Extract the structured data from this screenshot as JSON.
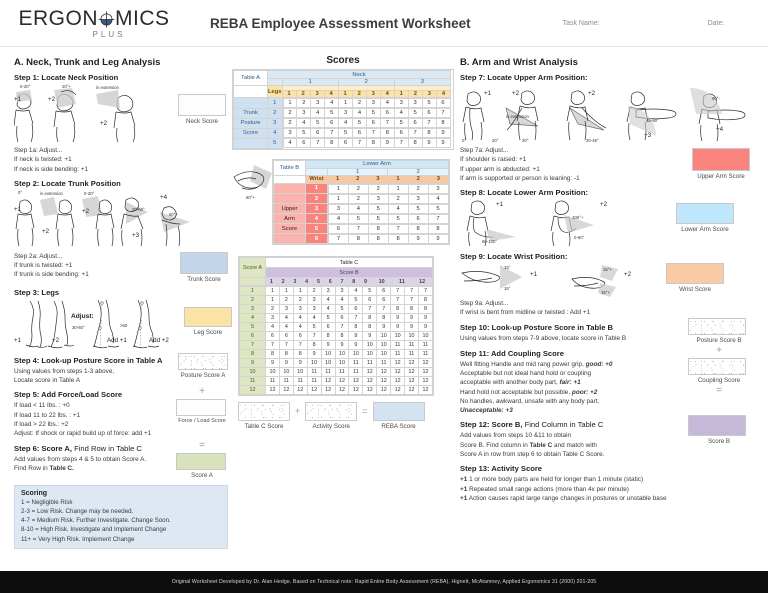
{
  "brand": {
    "name_part1": "ERGON",
    "name_part2": "MICS",
    "sub": "PLUS",
    "logo_icon": "circle-crosshair-logo"
  },
  "header": {
    "title": "REBA Employee Assessment Worksheet",
    "task_label": "Task Name:",
    "date_label": "Date:"
  },
  "left": {
    "section_title": "A.  Neck, Trunk and Leg Analysis",
    "step1": {
      "title": "Step 1: Locate Neck Position",
      "fig_labels": [
        "+1",
        "+2",
        "+2"
      ],
      "deg": [
        "0-20°",
        "20°+",
        "in extension"
      ],
      "adjust_title": "Step 1a: Adjust...",
      "adjust_lines": [
        "If neck is twisted: +1",
        "If neck is side bending: +1"
      ],
      "score_label": "Neck Score"
    },
    "step2": {
      "title": "Step 2: Locate Trunk Position",
      "fig_labels": [
        "+1",
        "+2",
        "+2",
        "+3",
        "+4"
      ],
      "deg": [
        "0°",
        "in extension",
        "0-20°",
        "20-60°",
        "60°+"
      ],
      "adjust_title": "Step 2a: Adjust...",
      "adjust_lines": [
        "If trunk is twisted: +1",
        "If trunk is side bending: +1"
      ],
      "score_label": "Trunk Score"
    },
    "step3": {
      "title": "Step 3: Legs",
      "fig_labels": [
        "+1",
        "+2"
      ],
      "adjust_word": "Adjust:",
      "adjust_labels": [
        "Add +1",
        "Add +2"
      ],
      "deg": [
        "30-60°",
        ">60"
      ],
      "score_label": "Leg Score"
    },
    "step4": {
      "title": "Step 4: Look-up Posture Score in Table A",
      "lines": [
        "Using values from steps 1-3 above,",
        "Locate score in Table A"
      ],
      "score_label": "Posture Score A"
    },
    "step5": {
      "title": "Step 5: Add Force/Load Score",
      "lines": [
        "If load < 11 lbs. : +0",
        "If load 11 to 22 lbs. : +1",
        "If load > 22 lbs.: +2",
        "Adjust: If shock or rapid build up of force: add +1"
      ],
      "score_label": "Force / Load Score"
    },
    "step6": {
      "title": "Step 6: Score A,",
      "title_lite": " Find Row in Table C",
      "lines": [
        "Add values from steps 4 & 5 to obtain Score A.",
        "Find Row in "
      ],
      "lines_bold": "Table C.",
      "score_label": "Score A"
    },
    "scoring": {
      "title": "Scoring",
      "lines": [
        "1 = Negligible Risk",
        "2-3 = Low Risk. Change may be needed.",
        "4-7 = Medium Risk. Further Investigate. Change Soon.",
        "8-10 = High Risk. Investigate and Implement Change",
        "11+ = Very High Risk. Implement Change"
      ]
    }
  },
  "mid": {
    "scores_title": "Scores",
    "tableA": {
      "name": "Table A",
      "top_header": "Neck",
      "neck_groups": [
        "1",
        "2",
        "3"
      ],
      "legs_label": "Legs",
      "legs_cols": [
        "1",
        "2",
        "3",
        "4",
        "1",
        "2",
        "3",
        "4",
        "1",
        "2",
        "3",
        "4"
      ],
      "side_label": [
        "Trunk",
        "Posture",
        "Score"
      ],
      "row_heads": [
        "1",
        "2",
        "3",
        "4",
        "5"
      ],
      "rows": [
        [
          1,
          2,
          3,
          4,
          1,
          2,
          3,
          4,
          3,
          3,
          5,
          6
        ],
        [
          2,
          3,
          4,
          5,
          3,
          4,
          5,
          6,
          4,
          5,
          6,
          7
        ],
        [
          2,
          4,
          5,
          6,
          4,
          5,
          6,
          7,
          5,
          6,
          7,
          8
        ],
        [
          3,
          5,
          6,
          7,
          5,
          6,
          7,
          8,
          6,
          7,
          8,
          9
        ],
        [
          4,
          6,
          7,
          8,
          6,
          7,
          8,
          9,
          7,
          8,
          9,
          9
        ]
      ]
    },
    "tableB": {
      "name": "Table B",
      "top_header": "Lower Arm",
      "arm_groups": [
        "1",
        "2"
      ],
      "wrist_label": "Wrist",
      "wrist_cols": [
        "1",
        "2",
        "3",
        "1",
        "2",
        "3"
      ],
      "side_label": [
        "Upper",
        "Arm",
        "Score"
      ],
      "row_heads": [
        "1",
        "2",
        "3",
        "4",
        "5",
        "6"
      ],
      "rows": [
        [
          1,
          2,
          2,
          1,
          2,
          3
        ],
        [
          1,
          2,
          3,
          2,
          3,
          4
        ],
        [
          3,
          4,
          5,
          4,
          5,
          5
        ],
        [
          4,
          5,
          5,
          5,
          6,
          7
        ],
        [
          6,
          7,
          8,
          7,
          8,
          8
        ],
        [
          7,
          8,
          8,
          8,
          9,
          9
        ]
      ]
    },
    "tableC": {
      "name": "Table C",
      "scoreA_label": "Score A",
      "scoreB_label": "Score B",
      "cols": [
        "1",
        "2",
        "3",
        "4",
        "5",
        "6",
        "7",
        "8",
        "9",
        "10",
        "11",
        "12"
      ],
      "row_heads": [
        "1",
        "2",
        "3",
        "4",
        "5",
        "6",
        "7",
        "8",
        "9",
        "10",
        "11",
        "12"
      ],
      "rows": [
        [
          1,
          1,
          1,
          2,
          3,
          3,
          4,
          5,
          6,
          7,
          7,
          7
        ],
        [
          1,
          2,
          2,
          3,
          4,
          4,
          5,
          6,
          6,
          7,
          7,
          8
        ],
        [
          2,
          3,
          3,
          3,
          4,
          5,
          6,
          7,
          7,
          8,
          8,
          8
        ],
        [
          3,
          4,
          4,
          4,
          5,
          6,
          7,
          8,
          8,
          9,
          9,
          9
        ],
        [
          4,
          4,
          4,
          5,
          6,
          7,
          8,
          8,
          9,
          9,
          9,
          9
        ],
        [
          6,
          6,
          6,
          7,
          8,
          8,
          9,
          9,
          10,
          10,
          10,
          10
        ],
        [
          7,
          7,
          7,
          8,
          9,
          9,
          9,
          10,
          10,
          11,
          11,
          11
        ],
        [
          8,
          8,
          8,
          9,
          10,
          10,
          10,
          10,
          10,
          11,
          11,
          11
        ],
        [
          9,
          9,
          9,
          10,
          10,
          10,
          11,
          11,
          11,
          12,
          12,
          12
        ],
        [
          10,
          10,
          10,
          11,
          11,
          11,
          11,
          12,
          12,
          12,
          12,
          12
        ],
        [
          11,
          11,
          11,
          11,
          12,
          12,
          12,
          12,
          12,
          12,
          12,
          12
        ],
        [
          12,
          12,
          12,
          12,
          12,
          12,
          12,
          12,
          12,
          12,
          12,
          12
        ]
      ]
    },
    "final": {
      "tableC_label": "Table C Score",
      "activity_label": "Activity Score",
      "reba_label": "REBA Score",
      "plus": "+",
      "equals": "="
    }
  },
  "right": {
    "section_title": "B. Arm and Wrist Analysis",
    "step7": {
      "title": "Step 7: Locate Upper Arm Position:",
      "fig_labels": [
        "+1",
        "+2",
        "+2",
        "+3",
        "+4"
      ],
      "deg": [
        "0°",
        "20°",
        "20°",
        "in extension",
        "20-45°",
        "45-90°",
        "90°-"
      ],
      "adjust_title": "Step 7a: Adjust...",
      "adjust_lines": [
        "If shoulder is raised: +1",
        "If upper arm is abducted: +1",
        "If arm is supported or person is leaning: -1"
      ],
      "score_label": "Upper Arm  Score"
    },
    "step8": {
      "title": "Step 8: Locate Lower Arm Position:",
      "fig_labels": [
        "+1",
        "+2"
      ],
      "deg": [
        "60-100°",
        "100°+",
        "0-60°"
      ],
      "score_label": "Lower Arm Score"
    },
    "step9": {
      "title": "Step 9: Locate Wrist Position:",
      "fig_labels": [
        "+1",
        "+2"
      ],
      "deg": [
        "15°",
        "15°",
        "15°+",
        "15°+"
      ],
      "adjust_title": "Step 9a: Adjust...",
      "adjust_lines": [
        "If wrist is bent from midline or twisted : Add +1"
      ],
      "score_label": "Wrist Score"
    },
    "step10": {
      "title": "Step 10: Look-up Posture Score in Table B",
      "lines": [
        "Using values from steps 7-9 above, locate score in Table B"
      ],
      "score_label": "Posture Score B"
    },
    "step11": {
      "title": "Step 11: Add Coupling Score",
      "line1": "Well fitting Handle and mid rang power grip,",
      "line1_em": "good: +0",
      "line2a": "Acceptable but not ideal hand hold or coupling",
      "line2b": "acceptable with another body part,",
      "line2_em": "fair: +1",
      "line3": "Hand hold not acceptable but possible,",
      "line3_em": "poor: +2",
      "line4": "No handles, awkward, unsafe with any body part,",
      "line4_em": "Unacceptable: +3",
      "score_label": "Coupling Score"
    },
    "step12": {
      "title": "Step 12: Score B,",
      "title_lite": " Find Column in Table C",
      "lines": [
        "Add values from steps 10 &11 to obtain",
        "Score B. Find column in ",
        "Score A in row from step 6 to obtain Table C Score."
      ],
      "bold_mid": "Table C",
      "after_bold": " and match with",
      "score_label": "Score B"
    },
    "step13": {
      "title": "Step 13: Activity Score",
      "items": [
        {
          "badge": "+1",
          "text": " 1 or more body parts are held for longer than 1 minute (static)"
        },
        {
          "badge": "+1",
          "text": " Repeated small range actions (more than 4x per minute)"
        },
        {
          "badge": "+1",
          "text": " Action causes rapid large range changes in postures or unstable base"
        }
      ]
    }
  },
  "footer": {
    "text": "Original Worksheet Developed by Dr. Alan Hedge. Based on Technical note: Rapid Entire Body Assessment (REBA), Hignett, McAtamney, Applied Ergonomics 31 (2000) 201-205"
  }
}
